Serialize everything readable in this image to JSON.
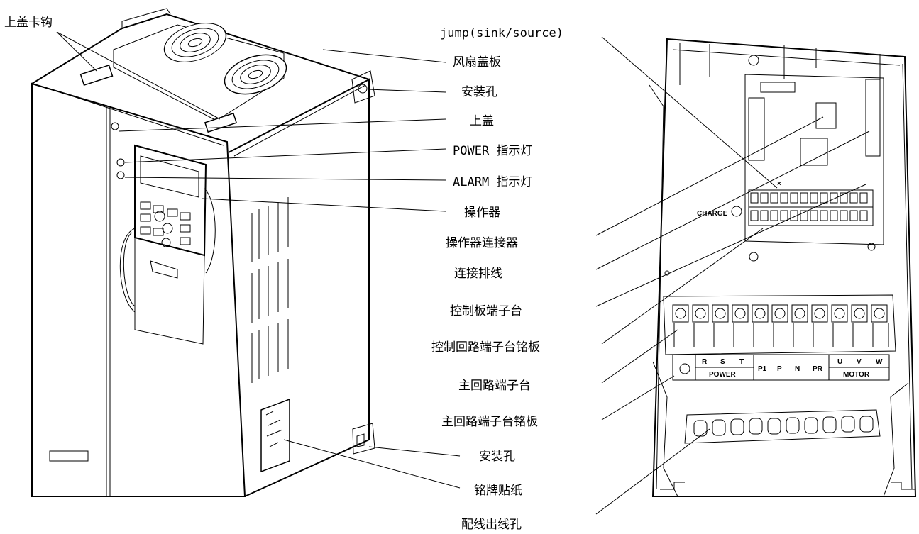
{
  "labels": {
    "top_cover_hook": "上盖卡钩",
    "jump": "jump(sink/source)",
    "fan_cover": "风扇盖板",
    "mount_hole_top": "安装孔",
    "top_cover": "上盖",
    "power_led": "POWER 指示灯",
    "alarm_led": "ALARM 指示灯",
    "operator": "操作器",
    "operator_connector": "操作器连接器",
    "ribbon_cable": "连接排线",
    "control_terminal": "控制板端子台",
    "control_nameplate": "控制回路端子台铭板",
    "main_terminal": "主回路端子台",
    "main_nameplate": "主回路端子台铭板",
    "mount_hole_bottom": "安装孔",
    "name_sticker": "铭牌贴纸",
    "wiring_holes": "配线出线孔"
  },
  "board_marks": {
    "charge": "CHARGE",
    "r": "R",
    "s": "S",
    "t": "T",
    "power": "POWER",
    "p1": "P1",
    "p": "P",
    "n": "N",
    "pr": "PR",
    "u": "U",
    "v": "V",
    "w": "W",
    "motor": "MOTOR"
  }
}
